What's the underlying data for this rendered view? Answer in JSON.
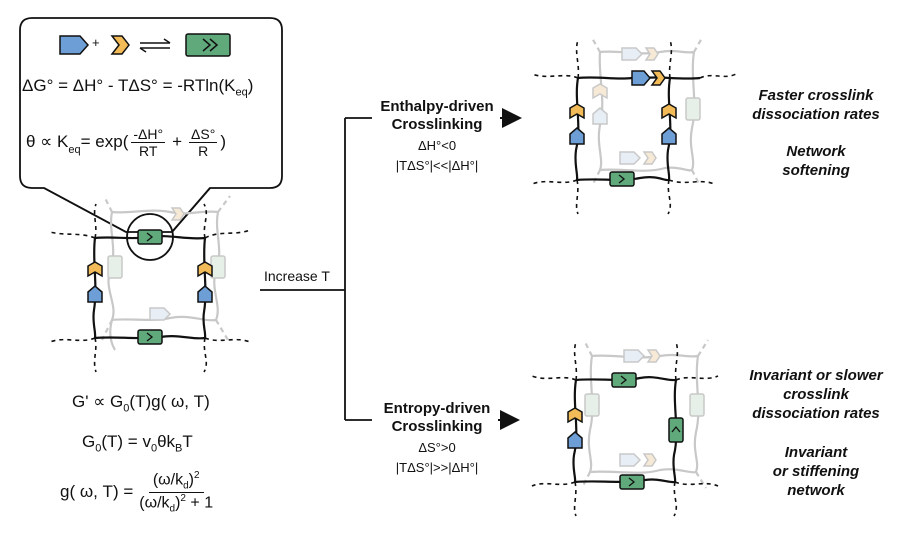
{
  "callout": {
    "gibbs_lhs": "ΔG° = ΔH° - TΔS° = -RTln(K",
    "gibbs_sub": "eq",
    "gibbs_end": ")",
    "theta_lhs": "θ ∝ K",
    "theta_sub": "eq",
    "theta_mid": " = exp(",
    "frac1_num": "-ΔH°",
    "frac1_den": "RT",
    "plus": "+",
    "frac2_num": "ΔS°",
    "frac2_den": "R",
    "theta_end": ")",
    "plus_sign": "+"
  },
  "modulus": {
    "line1_a": "G' ∝ G",
    "line1_sub": "0",
    "line1_b": "(T)g( ω, T)",
    "line2_a": "G",
    "line2_sub1": "0",
    "line2_b": "(T) = v",
    "line2_sub2": "0",
    "line2_c": "θk",
    "line2_sub3": "B",
    "line2_d": "T",
    "line3_lhs": "g( ω, T) =",
    "num": "(ω/k",
    "num_sub": "d",
    "num_end": ")",
    "num_sup": "2",
    "den": "(ω/k",
    "den_sub": "d",
    "den_end": ")",
    "den_sup": "2",
    "den_tail": " + 1"
  },
  "branch": {
    "increase_label": "Increase T"
  },
  "enthalpy": {
    "title_line1": "Enthalpy-driven",
    "title_line2": "Crosslinking",
    "cond1": "ΔH°<0",
    "cond2": "|TΔS°|<<|ΔH°|",
    "result1_line1": "Faster crosslink",
    "result1_line2": "dissociation rates",
    "result2_line1": "Network",
    "result2_line2": "softening"
  },
  "entropy": {
    "title_line1": "Entropy-driven",
    "title_line2": "Crosslinking",
    "cond1": "ΔS°>0",
    "cond2": "|TΔS°|>>|ΔH°|",
    "result1_line1": "Invariant or slower",
    "result1_line2": "crosslink",
    "result1_line3": "dissociation rates",
    "result2_line1": "Invariant",
    "result2_line2": "or stiffening",
    "result2_line3": "network"
  },
  "colors": {
    "blue": "#6d9fd6",
    "orange": "#f2bb58",
    "green": "#5fa97a",
    "faded": "#cccccc",
    "line": "#111111"
  }
}
